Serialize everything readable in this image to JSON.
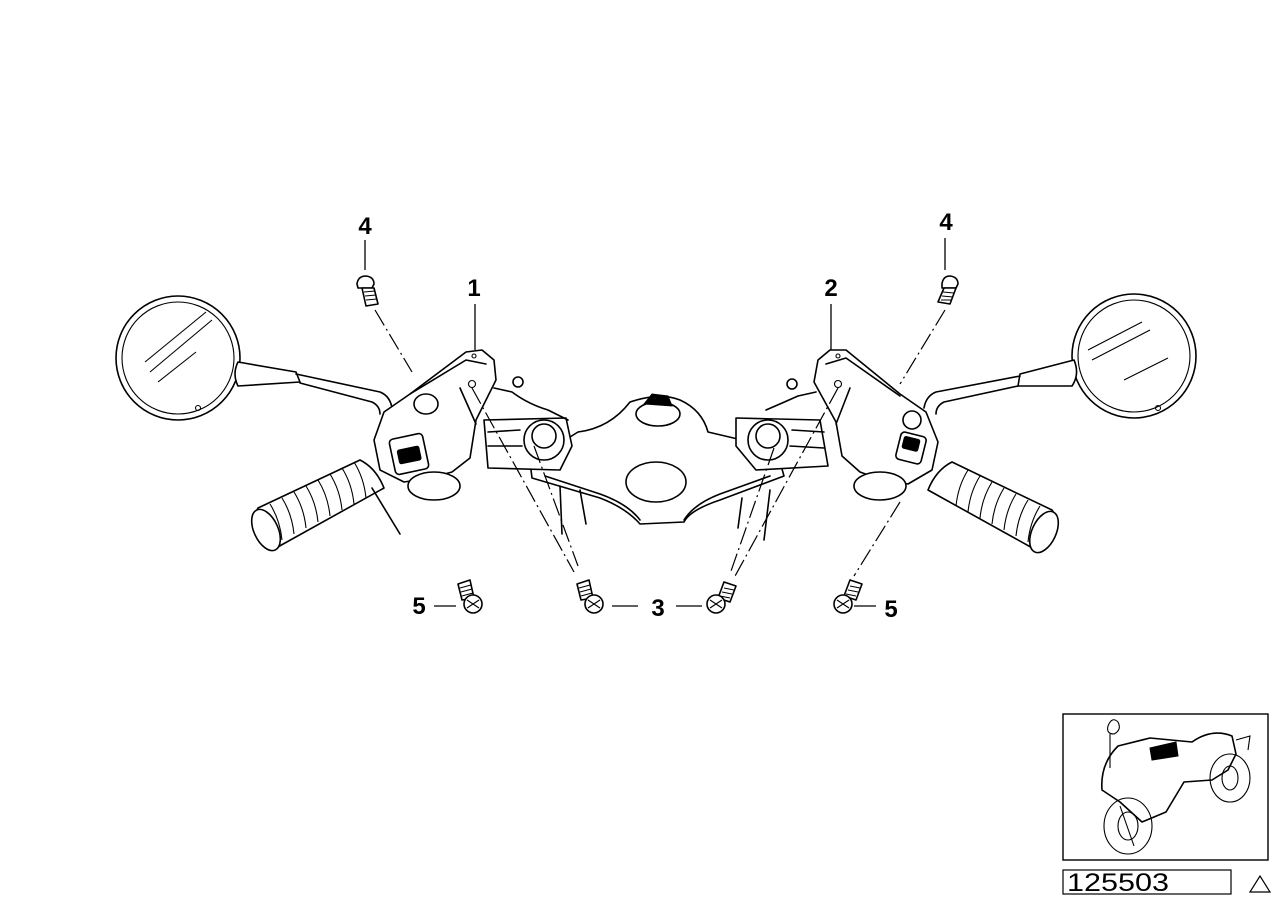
{
  "callouts": {
    "c4_left": "4",
    "c4_right": "4",
    "c1": "1",
    "c2": "2",
    "c3": "3",
    "c5_left": "5",
    "c5_right": "5"
  },
  "reference_number": "125503",
  "icons": {
    "warning": "triangle-icon",
    "thumbnail": "motorcycle-thumbnail-icon"
  }
}
